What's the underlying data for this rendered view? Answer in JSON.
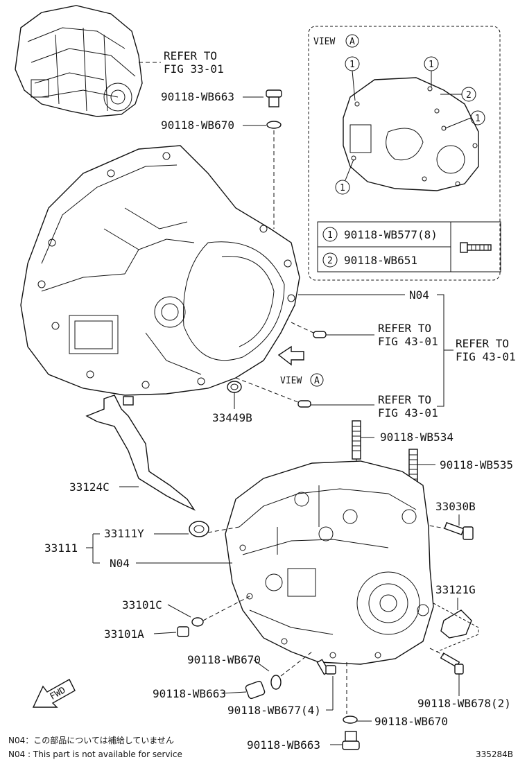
{
  "labels": {
    "refer_33_01": [
      "REFER TO",
      "FIG 33-01"
    ],
    "p_wb663_top": "90118-WB663",
    "p_wb670_top": "90118-WB670",
    "n04_right": "N04",
    "refer_43_a": [
      "REFER TO",
      "FIG 43-01"
    ],
    "refer_43_b": [
      "REFER TO",
      "FIG 43-01"
    ],
    "refer_43_c": [
      "REFER TO",
      "FIG 43-01"
    ],
    "view_a": "VIEW",
    "view_a_letter": "A",
    "p_33449b": "33449B",
    "p_wb534": "90118-WB534",
    "p_wb535": "90118-WB535",
    "p_33124c": "33124C",
    "p_33030b": "33030B",
    "p_33111": "33111",
    "p_33111y": "33111Y",
    "n04_left": "N04",
    "p_33121g": "33121G",
    "p_33101c": "33101C",
    "p_33101a": "33101A",
    "p_wb670_mid": "90118-WB670",
    "p_wb663_mid": "90118-WB663",
    "p_wb677": "90118-WB677(4)",
    "p_wb678": "90118-WB678(2)",
    "p_wb670_bot": "90118-WB670",
    "p_wb663_bot": "90118-WB663",
    "fwd": "FWD"
  },
  "view_box": {
    "title": "VIEW",
    "letter": "A",
    "callouts": [
      "1",
      "1",
      "2",
      "1",
      "1"
    ],
    "table": [
      {
        "num": "1",
        "part": "90118-WB577(8)"
      },
      {
        "num": "2",
        "part": "90118-WB651"
      }
    ]
  },
  "notes": [
    "N04：この部品については補給していません",
    "N04 : This part is not available for service"
  ],
  "figure_id": "335284B"
}
